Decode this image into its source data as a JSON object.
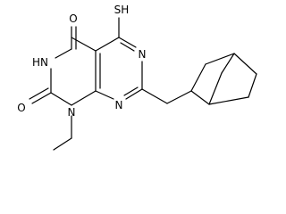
{
  "structure": {
    "atom_labels": {
      "sh": "SH",
      "o_top": "O",
      "o_left": "O",
      "hn": "HN",
      "n_ring_right_top": "N",
      "n_ring_right_bottom": "N",
      "n_ethyl": "N"
    }
  },
  "colors": {
    "bond": "#000000",
    "text": "#000000",
    "background": "#ffffff"
  }
}
